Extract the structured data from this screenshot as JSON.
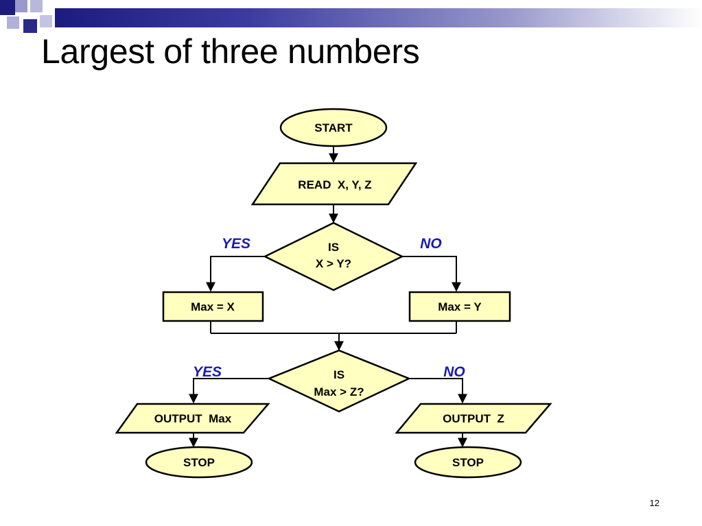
{
  "slide": {
    "title": "Largest of three numbers",
    "page_number": "12"
  },
  "colors": {
    "node_fill": "#ffffc0",
    "node_stroke": "#000000",
    "branch_label": "#1a1ab0",
    "header_dark": "#1c1c7e",
    "header_square": "#9999cc"
  },
  "flowchart": {
    "start": "START",
    "read": "READ  X, Y, Z",
    "decision1": {
      "line1": "IS",
      "line2": "X > Y?",
      "yes": "YES",
      "no": "NO"
    },
    "max_x": "Max = X",
    "max_y": "Max = Y",
    "decision2": {
      "line1": "IS",
      "line2": "Max > Z?",
      "yes": "YES",
      "no": "NO"
    },
    "output_max": "OUTPUT  Max",
    "output_z": "OUTPUT  Z",
    "stop_left": "STOP",
    "stop_right": "STOP"
  }
}
